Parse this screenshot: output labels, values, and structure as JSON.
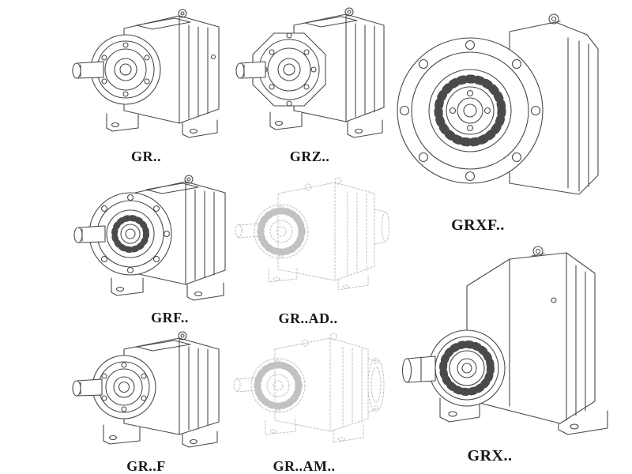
{
  "page": {
    "background": "#ffffff",
    "line_color": "#4a4a4a",
    "ghost_line_color": "#c2c2c2",
    "label_color": "#161616"
  },
  "figures": [
    {
      "id": "gr",
      "label": "GR..",
      "drawing": "foot-mounted-helical-gearbox",
      "style": "solid"
    },
    {
      "id": "grz",
      "label": "GRZ..",
      "drawing": "foot-mounted-helical-gearbox-octagonal-front",
      "style": "solid"
    },
    {
      "id": "grxf",
      "label": "GRXF..",
      "drawing": "flange-mounted-gearbox-front-view",
      "style": "solid"
    },
    {
      "id": "grf",
      "label": "GRF..",
      "drawing": "flange-helical-gearbox",
      "style": "solid"
    },
    {
      "id": "gr_ad",
      "label": "GR..AD..",
      "drawing": "gearbox-with-input-adapter-ghost",
      "style": "ghost"
    },
    {
      "id": "gr_f",
      "label": "GR..F",
      "drawing": "foot-mounted-helical-gearbox",
      "style": "solid"
    },
    {
      "id": "gr_am",
      "label": "GR..AM..",
      "drawing": "gearbox-with-motor-flange-ghost",
      "style": "ghost"
    },
    {
      "id": "grx",
      "label": "GRX..",
      "drawing": "large-foot-mounted-helical-gearbox",
      "style": "solid"
    }
  ]
}
